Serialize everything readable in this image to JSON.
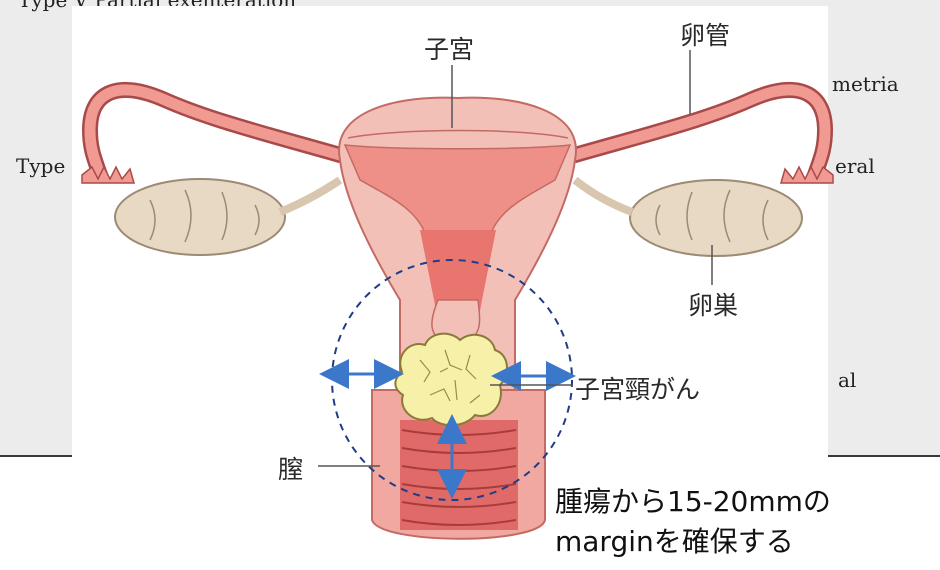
{
  "background_doc": {
    "line1": "Type V      Partial exenteration",
    "line2": "Type",
    "right1": "metria",
    "right2": "eral",
    "right3": "al"
  },
  "labels": {
    "uterus": "子宮",
    "fallopian_tube": "卵管",
    "ovary": "卵巣",
    "cervical_cancer": "子宮頸がん",
    "vagina": "膣"
  },
  "note": {
    "line1": "腫瘍から15-20mmの",
    "line2": "marginを確保する"
  },
  "colors": {
    "uterus_fill": "#f3a8a0",
    "uterus_dark": "#e2706a",
    "ovary_fill": "#e8d9c4",
    "tumor_fill": "#f7f0a8",
    "margin_circle": "#1f3c88",
    "arrow": "#3b78c9"
  }
}
